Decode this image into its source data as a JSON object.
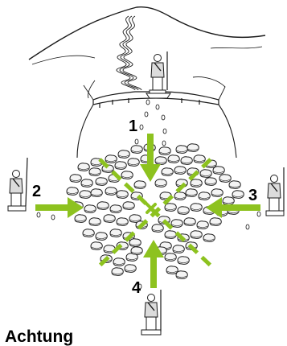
{
  "markers": {
    "arrow_1": "1",
    "arrow_2": "2",
    "arrow_3": "3",
    "arrow_4": "4"
  },
  "caption": "Achtung",
  "colors": {
    "accent_green": "#8dc21f",
    "line": "#1a1a1a",
    "rubble_fill": "#f4f4f4",
    "figure_fill": "#dcdcdc"
  },
  "icons": {
    "center_target": "x-cross-target-icon",
    "arrow": "arrow-icon",
    "guard": "standing-guard-figure"
  }
}
